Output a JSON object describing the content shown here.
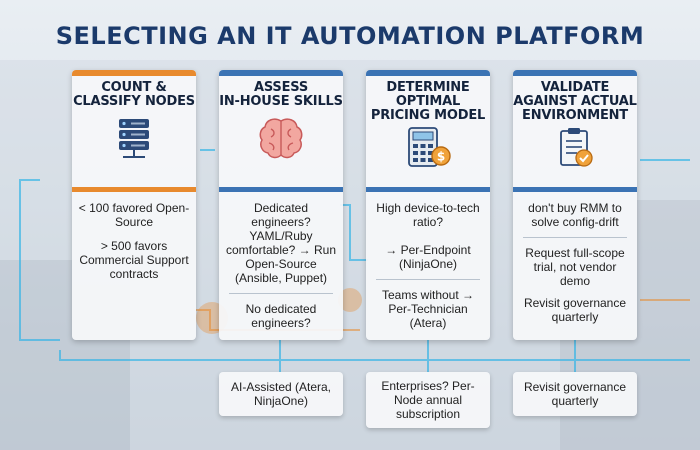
{
  "title": "SELECTING AN IT AUTOMATION PLATFORM",
  "colors": {
    "orange": "#e88a2e",
    "blue": "#3b73b4",
    "navy": "#1b3a6b",
    "cyan": "#38b5e6"
  },
  "cards": [
    {
      "title_lines": [
        "COUNT &",
        "CLASSIFY NODES"
      ],
      "icon": "server-rack-icon",
      "items": [
        "< 100 favored Open-Source",
        "> 500 favors Commercial Support contracts"
      ]
    },
    {
      "title_lines": [
        "ASSESS",
        "IN-HOUSE SKILLS"
      ],
      "icon": "brain-icon",
      "items": [
        "Dedicated engineers? YAML/Ruby comfortable? → Run Open-Source (Ansible, Puppet)",
        "No dedicated engineers?"
      ]
    },
    {
      "title_lines": [
        "DETERMINE",
        "OPTIMAL",
        "PRICING MODEL"
      ],
      "icon": "calculator-dollar-icon",
      "items": [
        "High device-to-tech ratio?",
        "→ Per-Endpoint (NinjaOne)",
        "Teams without → Per-Technician (Atera)"
      ]
    },
    {
      "title_lines": [
        "VALIDATE",
        "AGAINST ACTUAL",
        "ENVIRONMENT"
      ],
      "icon": "checklist-clipboard-icon",
      "items": [
        "don't buy RMM to solve config-drift",
        "Request full-scope trial, not vendor demo",
        "Revisit governance quarterly"
      ]
    }
  ],
  "sub_boxes": [
    {
      "text": "AI-Assisted (Atera, NinjaOne)"
    },
    {
      "text": "Enterprises? Per-Node annual subscription"
    },
    {
      "text": "Revisit governance quarterly"
    }
  ]
}
